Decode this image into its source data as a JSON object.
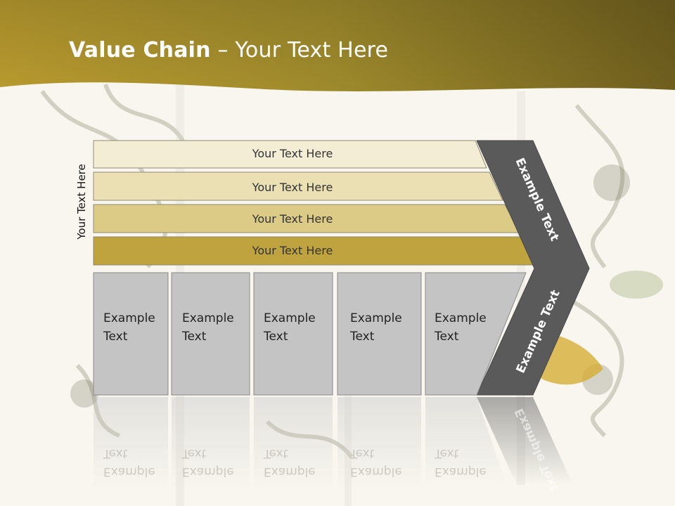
{
  "title": {
    "bold": "Value Chain",
    "rest": " – Your Text Here"
  },
  "side_label": "Your Text Here",
  "bars": [
    {
      "label": "Your Text Here",
      "color": "#f4edd6"
    },
    {
      "label": "Your Text Here",
      "color": "#ebdfb4"
    },
    {
      "label": "Your Text Here",
      "color": "#dccb86"
    },
    {
      "label": "Your Text Here",
      "color": "#bfa33e"
    }
  ],
  "boxes": [
    {
      "line1": "Example",
      "line2": "Text"
    },
    {
      "line1": "Example",
      "line2": "Text"
    },
    {
      "line1": "Example",
      "line2": "Text"
    },
    {
      "line1": "Example",
      "line2": "Text"
    },
    {
      "line1": "Example",
      "line2": "Text"
    }
  ],
  "chevron": {
    "top_label": "Example Text",
    "bottom_label": "Example Text"
  },
  "colors": {
    "header": "#a08a2e",
    "chevron": "#5a5a5a",
    "box": "#c4c4c4"
  }
}
